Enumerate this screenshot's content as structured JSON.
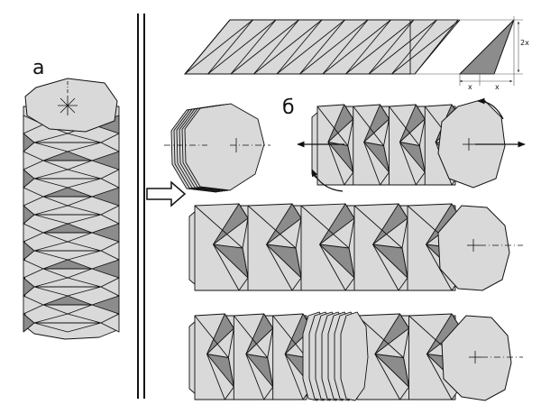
{
  "labels": {
    "panel_a": "а",
    "panel_b": "б",
    "dim_height": "2x",
    "dim_width_left": "x",
    "dim_width_right": "x"
  },
  "colors": {
    "paper": "#d9d9d9",
    "shade": "#8c8c8c",
    "ink": "#111111",
    "background": "#ffffff"
  },
  "icons": {
    "divider": "double-vertical-line",
    "transition": "hollow-right-arrow",
    "rotation": "curved-arrow",
    "axis": "dash-dot-axis-line",
    "center": "center-cross"
  }
}
